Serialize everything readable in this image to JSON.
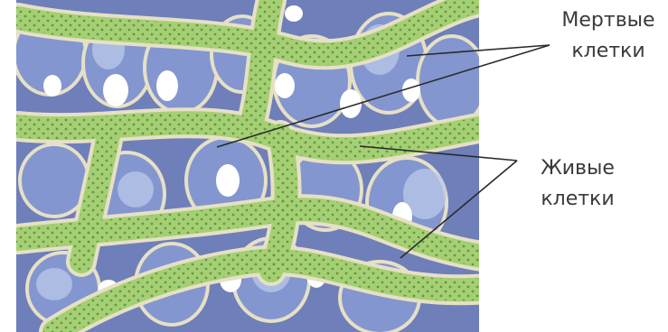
{
  "labels": {
    "dead_cells": [
      "Мертвые",
      "клетки"
    ],
    "living_cells": [
      "Живые",
      "клетки"
    ]
  },
  "colors": {
    "background": "#ffffff",
    "dead_cell_fill": "#7c8fc6",
    "dead_cell_highlight": "#b9c8ea",
    "living_cell_strand": "#a6cf73",
    "living_cell_dots": "#5e9a46",
    "cell_wall": "#e6e0c6",
    "pointer_line": "#2a2a2a",
    "label_text": "#3a3a3a"
  }
}
